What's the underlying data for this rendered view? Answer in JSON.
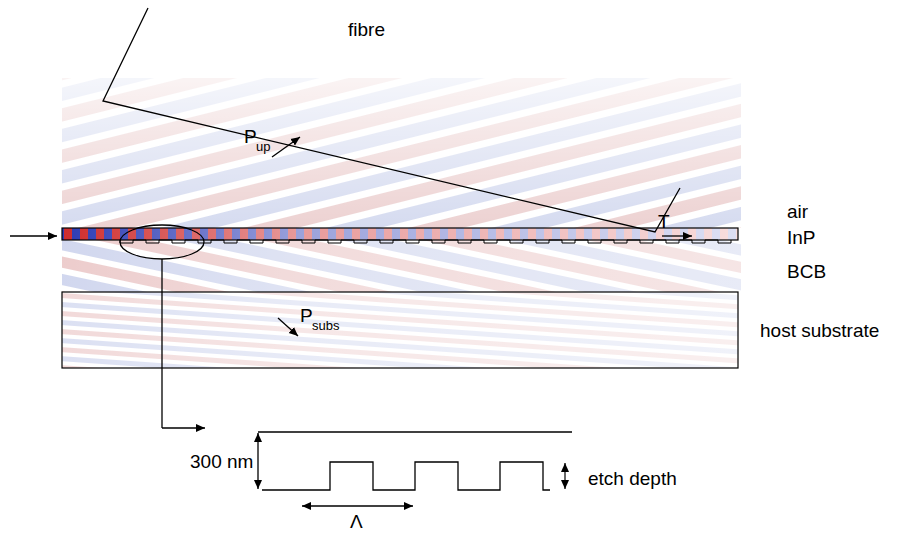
{
  "diagram": {
    "labels": [
      "fibre",
      "P",
      "up",
      "air",
      "InP",
      "BCB",
      "T",
      "P",
      "subs",
      "host substrate",
      "300 nm",
      "etch depth",
      "Λ"
    ]
  }
}
